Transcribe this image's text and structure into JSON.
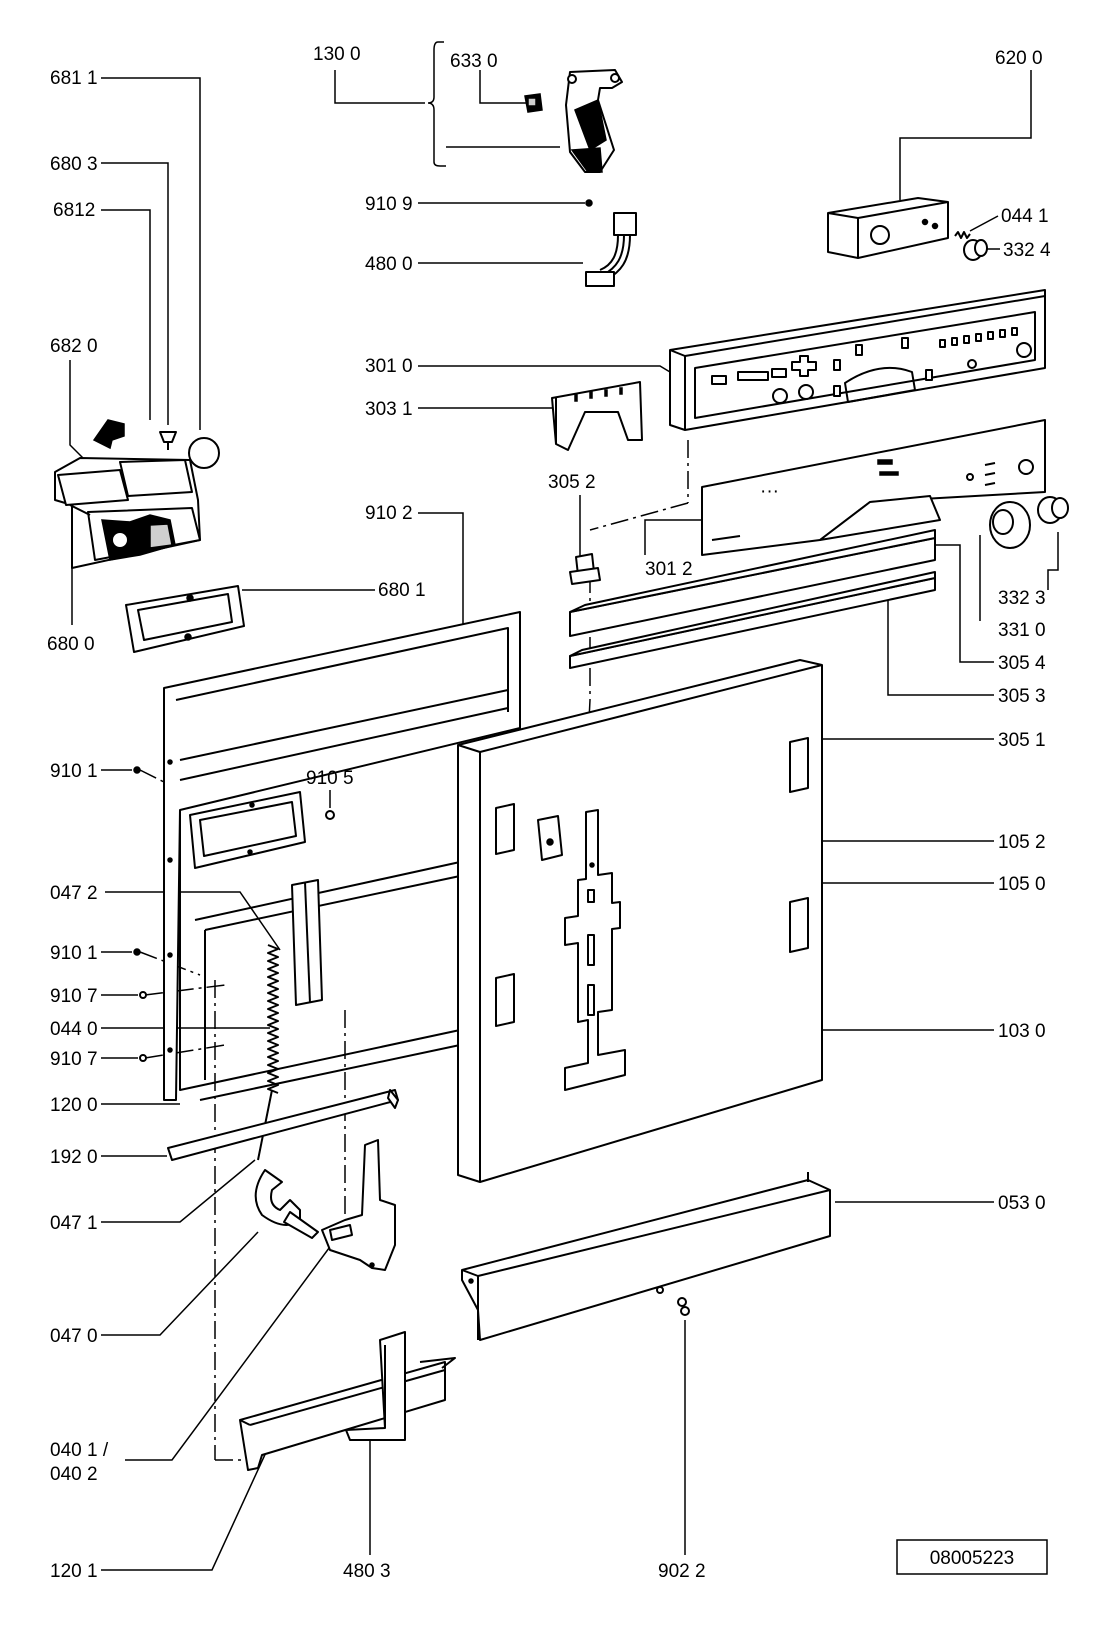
{
  "diagram": {
    "reference_code": "08005223",
    "labels": {
      "l6811": "681 1",
      "l1300": "130 0",
      "l6330": "633 0",
      "l6200": "620 0",
      "l6803": "680 3",
      "l9109": "910 9",
      "l6812": "6812",
      "l0441": "044 1",
      "l3324": "332 4",
      "l4800": "480 0",
      "l6820": "682 0",
      "l3010": "301 0",
      "l3031": "303 1",
      "l3052": "305 2",
      "l9102": "910 2",
      "l3012": "301 2",
      "l6801": "680 1",
      "l6800": "680 0",
      "l3323": "332 3",
      "l3310": "331 0",
      "l3054": "305 4",
      "l3053": "305 3",
      "l3051": "305 1",
      "l9101a": "910 1",
      "l9105": "910 5",
      "l1052": "105 2",
      "l0472": "047 2",
      "l1050": "105 0",
      "l9101b": "910 1",
      "l9107a": "910 7",
      "l0440": "044 0",
      "l1030": "103 0",
      "l9107b": "910 7",
      "l1200": "120 0",
      "l1920": "192 0",
      "l0471": "047 1",
      "l0530": "053 0",
      "l0470": "047 0",
      "l0401": "040 1 /",
      "l0402": "040 2",
      "l1201": "120 1",
      "l4803": "480 3",
      "l9022": "902 2"
    }
  }
}
